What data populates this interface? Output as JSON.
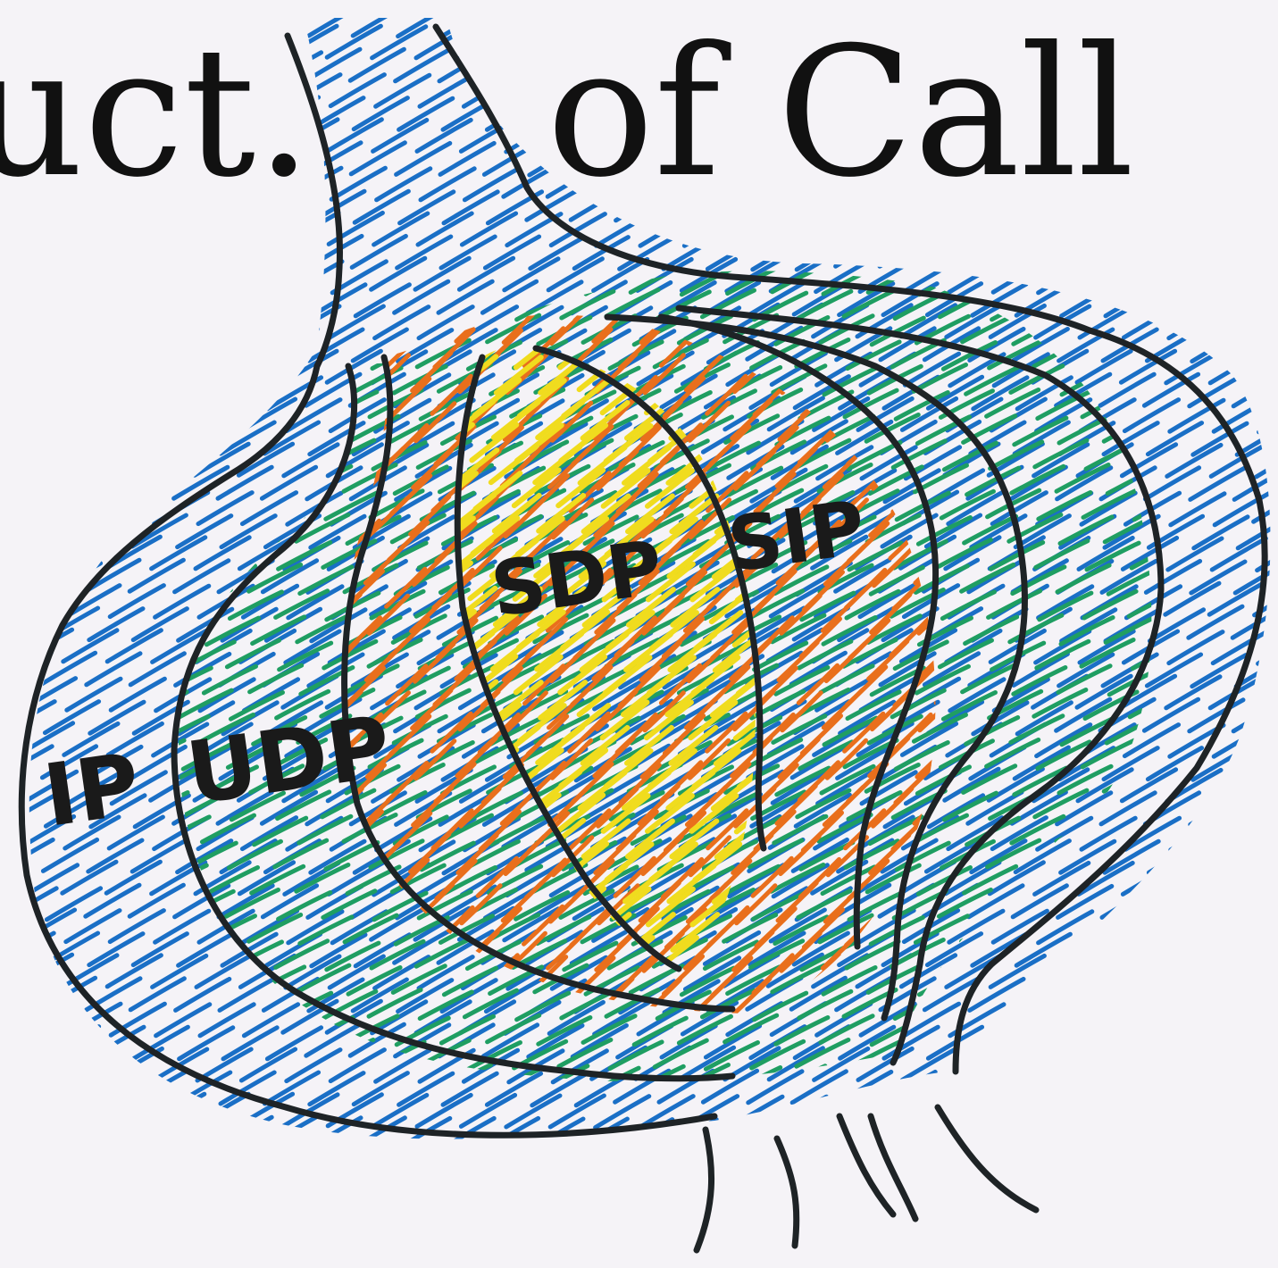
{
  "title": {
    "left_fragment": "uct.",
    "right_fragment": "of Call"
  },
  "layers": [
    {
      "id": "ip",
      "label": "IP",
      "color": "#1a6fc6"
    },
    {
      "id": "udp",
      "label": "UDP",
      "color": "#1f9e62"
    },
    {
      "id": "sdp",
      "label": "SDP",
      "color": "#e96f1c"
    },
    {
      "id": "sip",
      "label": "SIP",
      "color": "#e96f1c"
    }
  ],
  "colors": {
    "outline": "#1e2326",
    "blue": "#1a6fc6",
    "green": "#1f9e62",
    "orange": "#e96f1c",
    "yellow": "#f0dc1e"
  }
}
